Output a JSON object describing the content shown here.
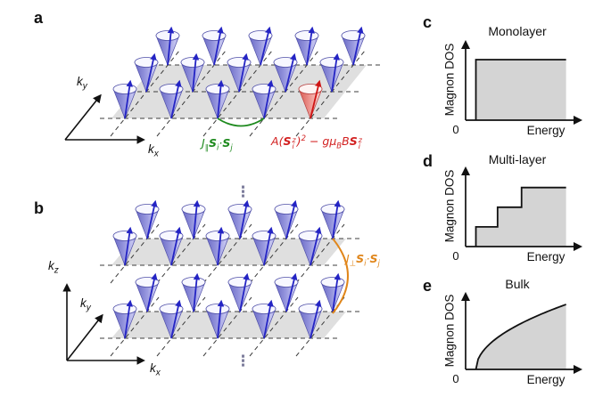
{
  "figure": {
    "panels": {
      "a": {
        "label": "a",
        "axes": {
          "kx": {
            "base": "k",
            "sub": "x"
          },
          "ky": {
            "base": "k",
            "sub": "y"
          }
        },
        "exchange": {
          "j": "J",
          "jsub": "∥",
          "s1": "S",
          "s1sub": "i",
          "cdot": "·",
          "s2": "S",
          "s2sub": "j"
        },
        "anisotropy": {
          "a": "A",
          "lp": "(",
          "s1": "S",
          "s1sup": "z",
          "s1sub": "i",
          "rp": ")",
          "sq": "2",
          "minus": " − ",
          "g": "g",
          "mu": "μ",
          "musub": "B",
          "b": "B",
          "s2": "S",
          "s2sup": "z",
          "s2sub": "i"
        },
        "lattice": {
          "rows": 3,
          "cols": 5,
          "col_step": 52,
          "row_step": [
            24,
            -30
          ],
          "origins": [
            [
              140,
              133
            ]
          ],
          "highlight_site": {
            "row": 0,
            "col": 4
          },
          "exchange_bond_cols": [
            2,
            3
          ]
        }
      },
      "b": {
        "label": "b",
        "axes": {
          "kx": {
            "base": "k",
            "sub": "x"
          },
          "ky": {
            "base": "k",
            "sub": "y"
          },
          "kz": {
            "base": "k",
            "sub": "z"
          }
        },
        "interlayer": {
          "j": "J",
          "jsub": "⊥",
          "s1": "S",
          "s1sub": "i",
          "cdot": "·",
          "s2": "S",
          "s2sub": "j"
        },
        "dots": "⋮",
        "lattice": {
          "rows": 2,
          "cols": 5,
          "col_step": 52,
          "row_step": [
            25,
            -30
          ],
          "origins": [
            [
              140,
              298
            ],
            [
              140,
              380
            ]
          ],
          "interlayer_bond": {
            "from": [
              373,
              268
            ],
            "to": [
              373,
              352
            ],
            "bulge": 34
          }
        }
      }
    },
    "charts": {
      "c": {
        "label": "c",
        "title": "Monolayer",
        "ylabel": "Magnon DOS",
        "xlabel": "Energy",
        "zero": "0"
      },
      "d": {
        "label": "d",
        "title": "Multi-layer",
        "ylabel": "Magnon DOS",
        "xlabel": "Energy",
        "zero": "0"
      },
      "e": {
        "label": "e",
        "title": "Bulk",
        "ylabel": "Magnon DOS",
        "xlabel": "Energy",
        "zero": "0"
      }
    }
  },
  "chart_data": [
    {
      "id": "c",
      "type": "area",
      "subtype": "uniform-step",
      "title": "Monolayer",
      "xlabel": "Energy",
      "ylabel": "Magnon DOS",
      "origin_label": "0",
      "axes": "schematic arrow axes, no ticks",
      "x_range_norm": [
        0,
        1
      ],
      "y_range_norm": [
        0,
        1
      ],
      "onset": 0.09,
      "end": 0.88,
      "dos": 0.8
    },
    {
      "id": "d",
      "type": "area",
      "subtype": "staircase",
      "title": "Multi-layer",
      "xlabel": "Energy",
      "ylabel": "Magnon DOS",
      "origin_label": "0",
      "axes": "schematic arrow axes, no ticks",
      "x_range_norm": [
        0,
        1
      ],
      "y_range_norm": [
        0,
        1
      ],
      "steps": [
        {
          "from": 0.09,
          "to": 0.28,
          "dos": 0.26
        },
        {
          "from": 0.28,
          "to": 0.49,
          "dos": 0.52
        },
        {
          "from": 0.49,
          "to": 0.88,
          "dos": 0.78
        }
      ]
    },
    {
      "id": "e",
      "type": "area",
      "subtype": "sqrt",
      "title": "Bulk",
      "xlabel": "Energy",
      "ylabel": "Magnon DOS",
      "origin_label": "0",
      "axes": "schematic arrow axes, no ticks",
      "x_range_norm": [
        0,
        1
      ],
      "y_range_norm": [
        0,
        1
      ],
      "onset": 0.09,
      "end": 0.88,
      "dos_max": 0.89
    }
  ],
  "colors": {
    "intralayer_green": "#1e8a1e",
    "anisotropy_red": "#d21f1f",
    "interlayer_orange": "#e0861b",
    "cone_blue_dark": "#6868c4",
    "cone_blue_mid": "#9a9ae0",
    "cone_blue_light": "#c4c4f0",
    "cone_blue_outline": "#5050a8",
    "arrow_blue": "#2424c4",
    "cone_red_dark": "#d85850",
    "cone_red_mid": "#ee9a94",
    "cone_red_light": "#f8c6c2",
    "cone_red_outline": "#b84040",
    "arrow_red": "#cf1414",
    "plane_gray": "#dcdcdc",
    "dash_gray": "#3c3c3c",
    "chart_fill": "#d4d4d4",
    "axis_black": "#111111",
    "dots_gray": "#7d7d9c"
  }
}
